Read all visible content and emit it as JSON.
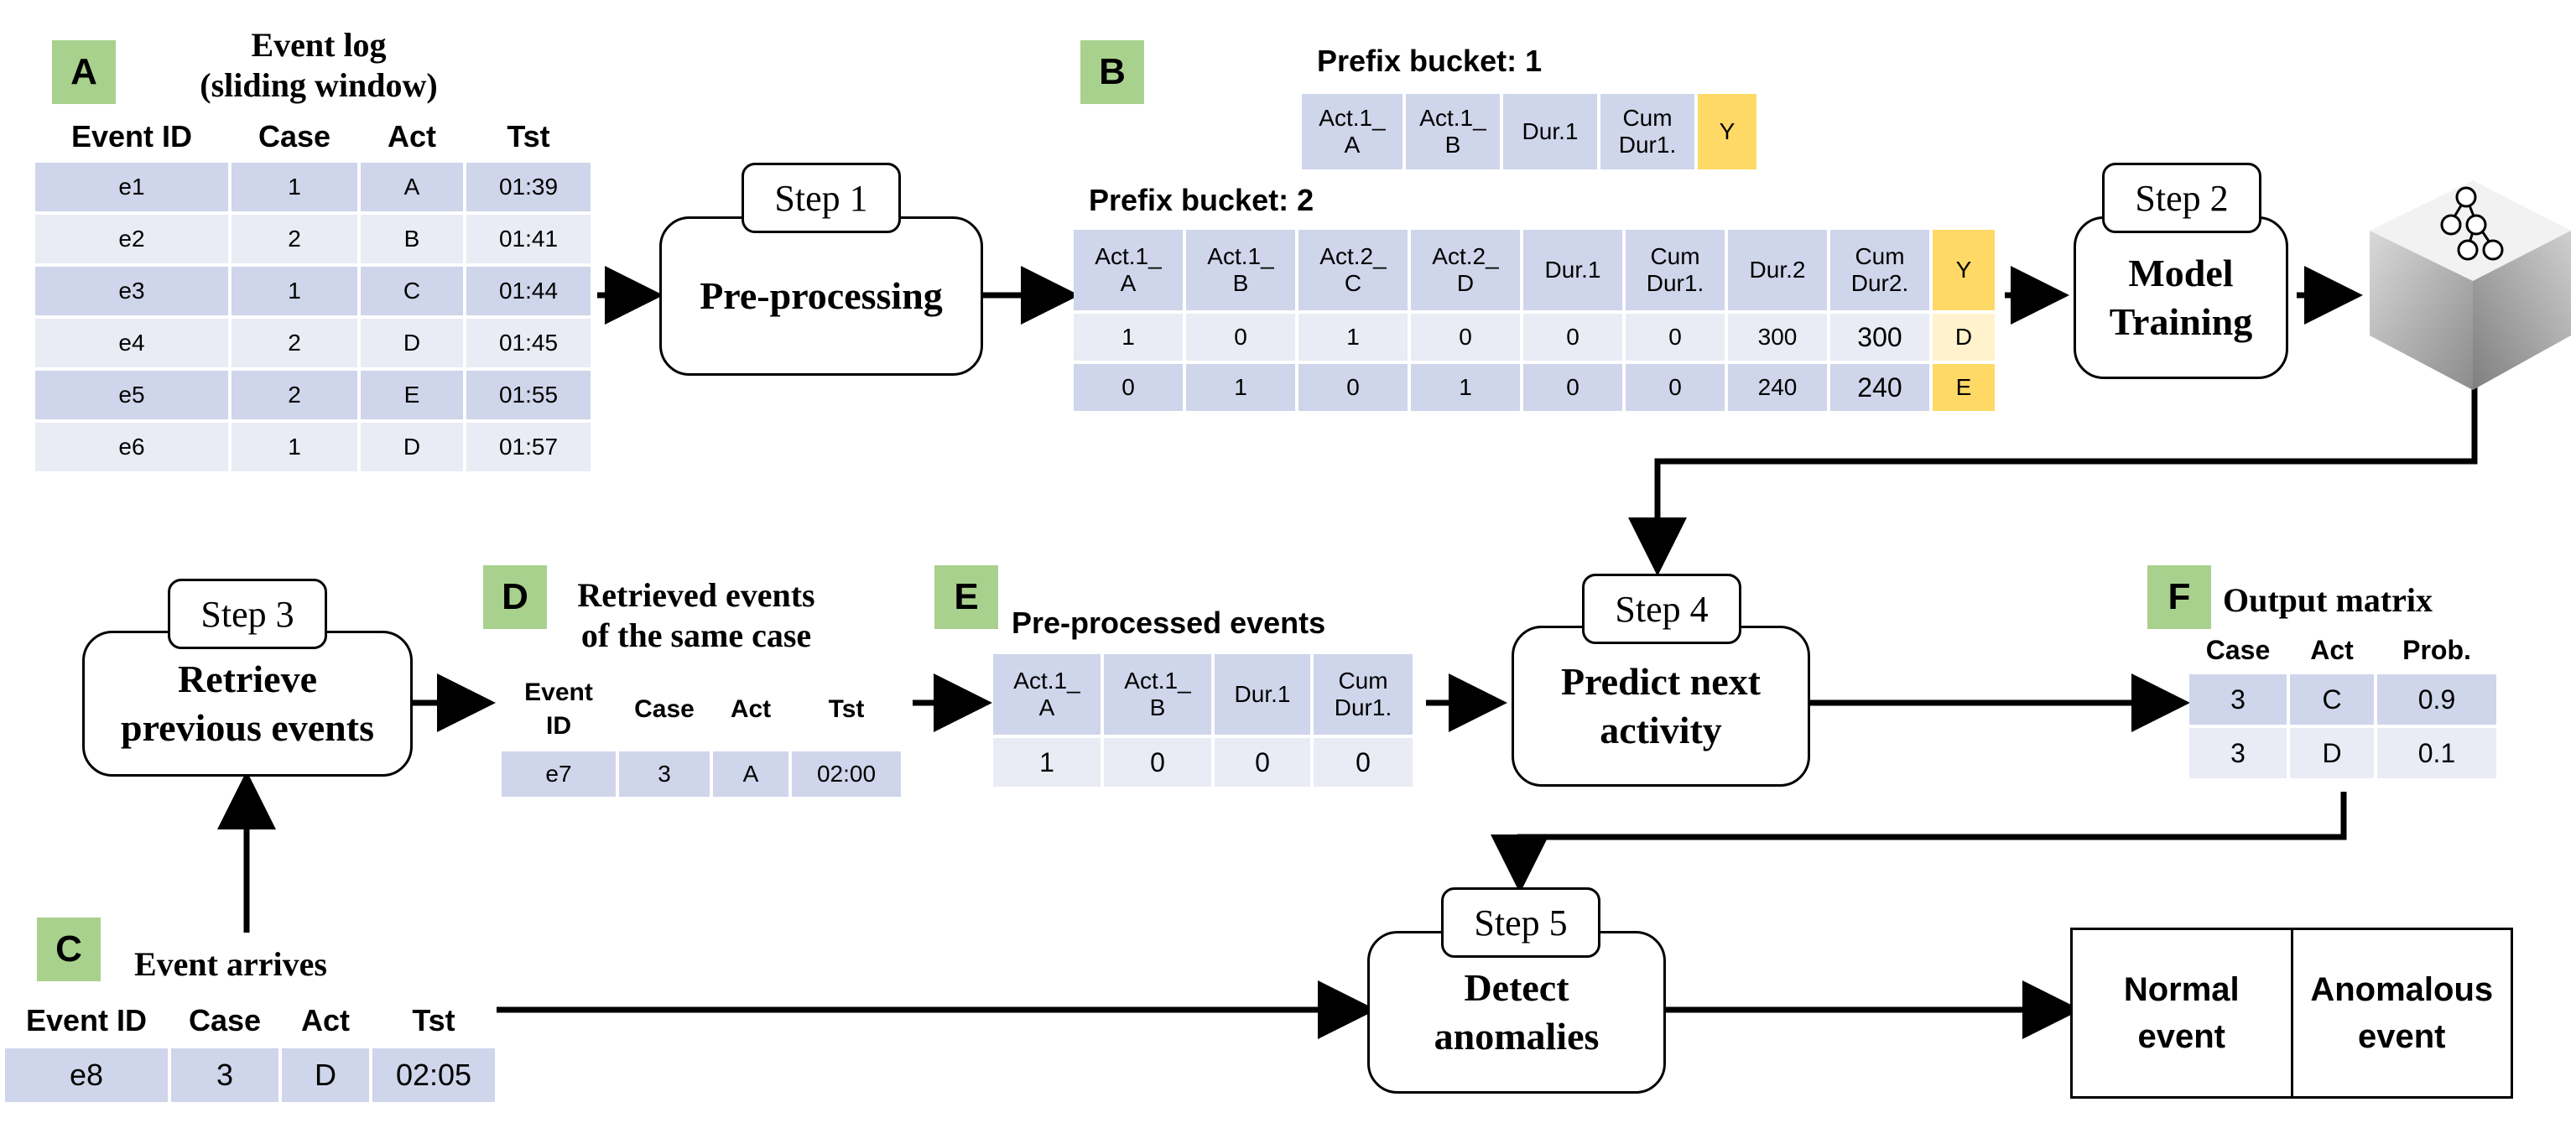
{
  "panelA": {
    "tag": "A",
    "title_line1": "Event log",
    "title_line2": "(sliding window)",
    "headers": [
      "Event ID",
      "Case",
      "Act",
      "Tst"
    ],
    "rows": [
      [
        "e1",
        "1",
        "A",
        "01:39"
      ],
      [
        "e2",
        "2",
        "B",
        "01:41"
      ],
      [
        "e3",
        "1",
        "C",
        "01:44"
      ],
      [
        "e4",
        "2",
        "D",
        "01:45"
      ],
      [
        "e5",
        "2",
        "E",
        "01:55"
      ],
      [
        "e6",
        "1",
        "D",
        "01:57"
      ]
    ]
  },
  "step1": {
    "tab": "Step 1",
    "label": "Pre-processing"
  },
  "panelB": {
    "tag": "B",
    "bucket1_title": "Prefix bucket: 1",
    "bucket1_headers": [
      "Act.1_\nA",
      "Act.1_\nB",
      "Dur.1",
      "Cum\nDur1.",
      "Y"
    ],
    "bucket2_title": "Prefix bucket: 2",
    "bucket2_headers": [
      "Act.1_\nA",
      "Act.1_\nB",
      "Act.2_\nC",
      "Act.2_\nD",
      "Dur.1",
      "Cum\nDur1.",
      "Dur.2",
      "Cum\nDur2.",
      "Y"
    ],
    "bucket2_rows": [
      [
        "1",
        "0",
        "1",
        "0",
        "0",
        "0",
        "300",
        "300",
        "D"
      ],
      [
        "0",
        "1",
        "0",
        "1",
        "0",
        "0",
        "240",
        "240",
        "E"
      ]
    ]
  },
  "step2": {
    "tab": "Step 2",
    "label_line1": "Model",
    "label_line2": "Training"
  },
  "step3": {
    "tab": "Step 3",
    "label_line1": "Retrieve",
    "label_line2": "previous events"
  },
  "panelD": {
    "tag": "D",
    "title_line1": "Retrieved events",
    "title_line2": "of the same case",
    "headers": [
      "Event\nID",
      "Case",
      "Act",
      "Tst"
    ],
    "rows": [
      [
        "e7",
        "3",
        "A",
        "02:00"
      ]
    ]
  },
  "panelE": {
    "tag": "E",
    "title": "Pre-processed events",
    "headers": [
      "Act.1_\nA",
      "Act.1_\nB",
      "Dur.1",
      "Cum\nDur1."
    ],
    "rows": [
      [
        "1",
        "0",
        "0",
        "0"
      ]
    ]
  },
  "step4": {
    "tab": "Step 4",
    "label_line1": "Predict next",
    "label_line2": "activity"
  },
  "panelF": {
    "tag": "F",
    "title": "Output matrix",
    "headers": [
      "Case",
      "Act",
      "Prob."
    ],
    "rows": [
      [
        "3",
        "C",
        "0.9"
      ],
      [
        "3",
        "D",
        "0.1"
      ]
    ]
  },
  "panelC": {
    "tag": "C",
    "title": "Event arrives",
    "headers": [
      "Event ID",
      "Case",
      "Act",
      "Tst"
    ],
    "rows": [
      [
        "e8",
        "3",
        "D",
        "02:05"
      ]
    ]
  },
  "step5": {
    "tab": "Step 5",
    "label_line1": "Detect",
    "label_line2": "anomalies"
  },
  "result": {
    "normal": "Normal\nevent",
    "anomalous": "Anomalous\nevent"
  },
  "colors": {
    "row_dark": "#cfd5ea",
    "row_light": "#e9ebf5",
    "target": "#ffd966",
    "tag": "#a9d18e"
  },
  "icons": {
    "model": "decision-tree-cube-icon"
  }
}
